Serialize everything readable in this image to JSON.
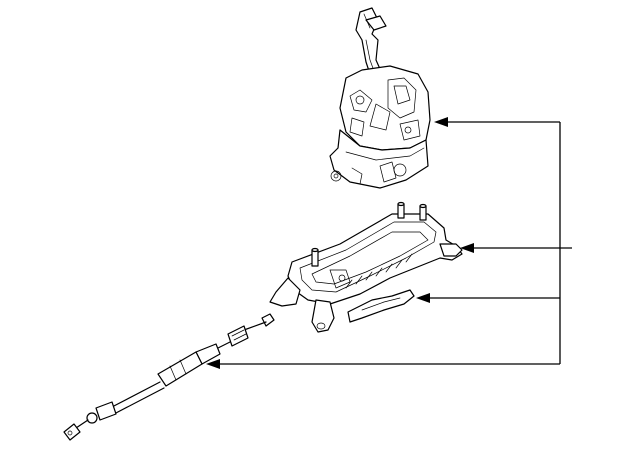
{
  "diagram": {
    "parts": [
      {
        "id": "shifter-assembly",
        "kind": "gear shift lever and housing"
      },
      {
        "id": "shifter-base",
        "kind": "mounting bracket with studs"
      },
      {
        "id": "base-gasket",
        "kind": "gasket seal"
      },
      {
        "id": "shift-cable",
        "kind": "transmission shift cable"
      }
    ],
    "callout_lines": 4,
    "line_color": "#000000",
    "background": "#ffffff"
  }
}
